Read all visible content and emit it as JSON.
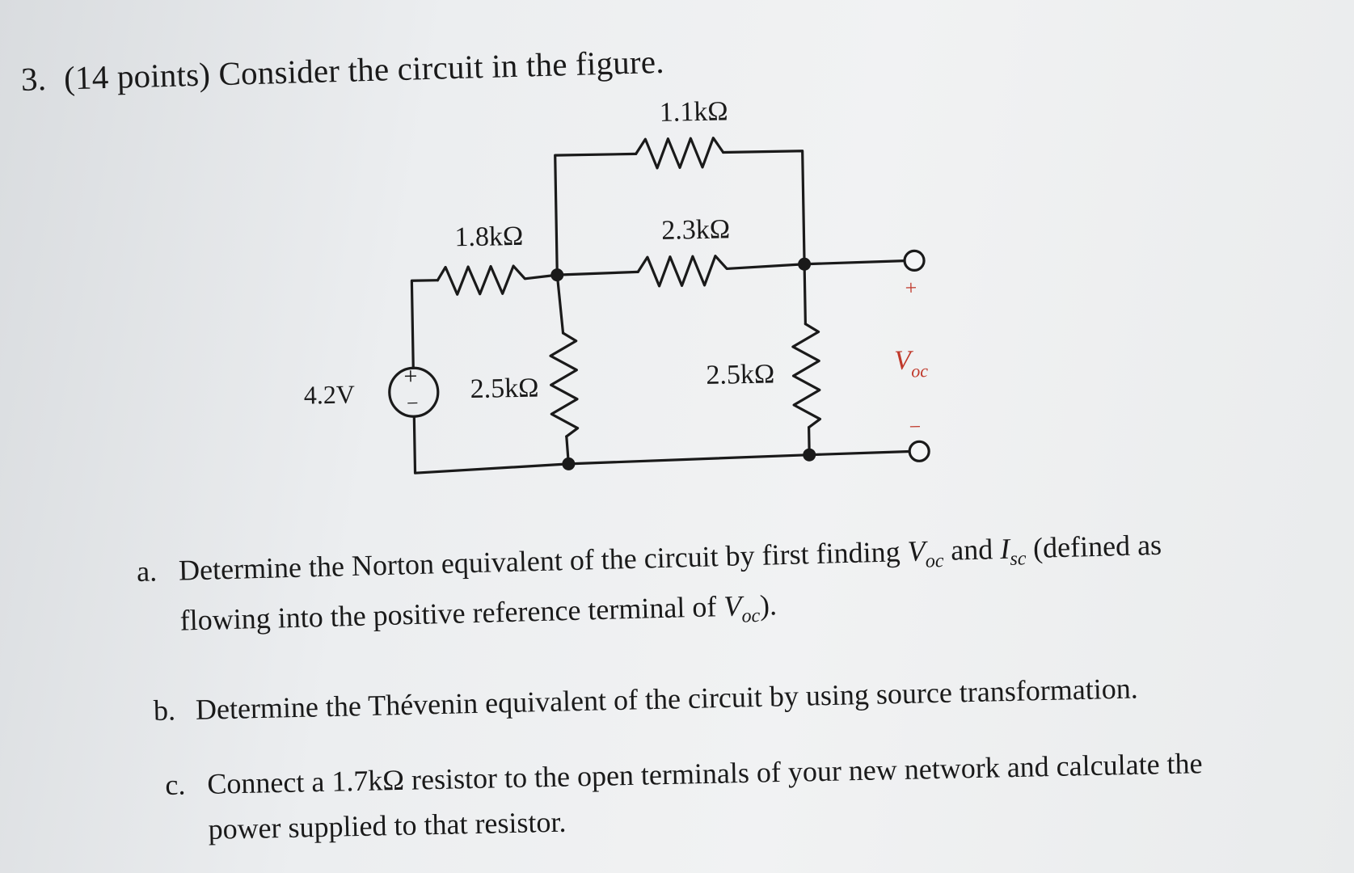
{
  "problem": {
    "number": "3.",
    "header": "(14 points) Consider the circuit in the figure."
  },
  "circuit": {
    "source_label": "4.2V",
    "source_plus": "+",
    "source_minus": "−",
    "r_top_label": "1.1kΩ",
    "r_left_series_label": "1.8kΩ",
    "r_middle_series_label": "2.3kΩ",
    "r_shunt_left_label": "2.5kΩ",
    "r_shunt_right_label": "2.5kΩ",
    "terminal_plus": "+",
    "terminal_minus": "−",
    "voc_symbol": "V",
    "voc_subscript": "oc"
  },
  "parts": {
    "a": {
      "letter": "a.",
      "text1": "Determine the Norton equivalent of the circuit by first finding ",
      "v": "V",
      "v_sub": "oc",
      "and": " and ",
      "i": "I",
      "i_sub": "sc",
      "text2": " (defined as",
      "line2a": "flowing into the positive reference terminal of ",
      "v2": "V",
      "v2_sub": "oc",
      "line2b": ")."
    },
    "b": {
      "letter": "b.",
      "text": "Determine the Thévenin equivalent of the circuit by using source transformation."
    },
    "c": {
      "letter": "c.",
      "line1": "Connect a 1.7kΩ resistor to the open terminals of your new network and calculate the",
      "line2": "power supplied to that resistor."
    }
  },
  "colors": {
    "ink": "#1a1a1a",
    "voc_red": "#c0392b"
  }
}
